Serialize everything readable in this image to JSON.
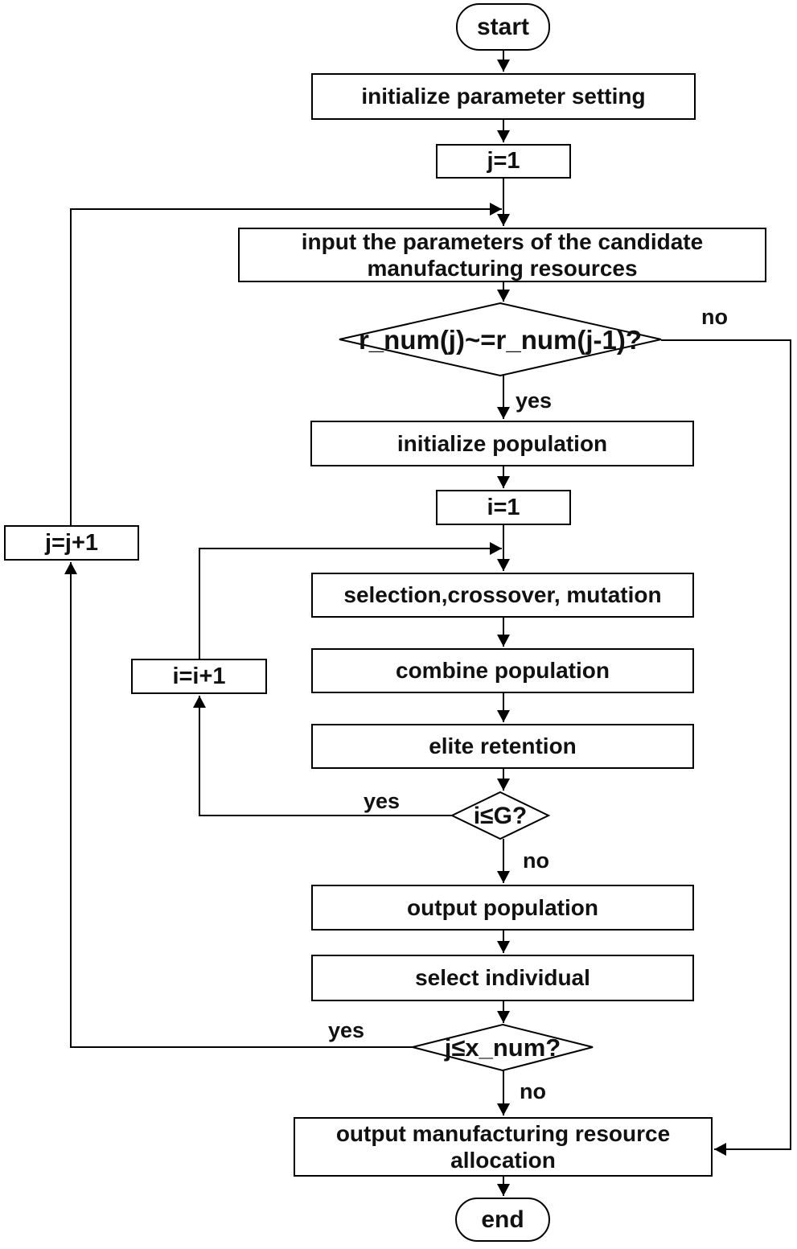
{
  "diagram": {
    "type": "flowchart",
    "colors": {
      "stroke": "#000000",
      "text": "#111111",
      "background": "#ffffff"
    },
    "nodes": {
      "start": {
        "shape": "terminal",
        "label": "start"
      },
      "init_param": {
        "shape": "process",
        "label": "initialize parameter setting"
      },
      "j_init": {
        "shape": "process",
        "label": "j=1"
      },
      "input_params": {
        "shape": "process",
        "label": "input the parameters of the candidate manufacturing resources"
      },
      "dec_rnum": {
        "shape": "decision",
        "label": "r_num(j)~=r_num(j-1)?"
      },
      "init_pop": {
        "shape": "process",
        "label": "initialize population"
      },
      "i_init": {
        "shape": "process",
        "label": "i=1"
      },
      "j_incr": {
        "shape": "process",
        "label": "j=j+1"
      },
      "selection": {
        "shape": "process",
        "label": "selection,crossover, mutation"
      },
      "combine": {
        "shape": "process",
        "label": "combine population"
      },
      "i_incr": {
        "shape": "process",
        "label": "i=i+1"
      },
      "elite": {
        "shape": "process",
        "label": "elite retention"
      },
      "dec_ig": {
        "shape": "decision",
        "label": "i≤G?"
      },
      "output_pop": {
        "shape": "process",
        "label": "output population"
      },
      "select_ind": {
        "shape": "process",
        "label": "select individual"
      },
      "dec_jxnum": {
        "shape": "decision",
        "label": "j≤x_num?"
      },
      "output_alloc": {
        "shape": "process",
        "label": "output manufacturing resource allocation"
      },
      "end": {
        "shape": "terminal",
        "label": "end"
      }
    },
    "edge_labels": {
      "rnum_no": "no",
      "rnum_yes": "yes",
      "ig_yes": "yes",
      "ig_no": "no",
      "jx_yes": "yes",
      "jx_no": "no"
    }
  }
}
